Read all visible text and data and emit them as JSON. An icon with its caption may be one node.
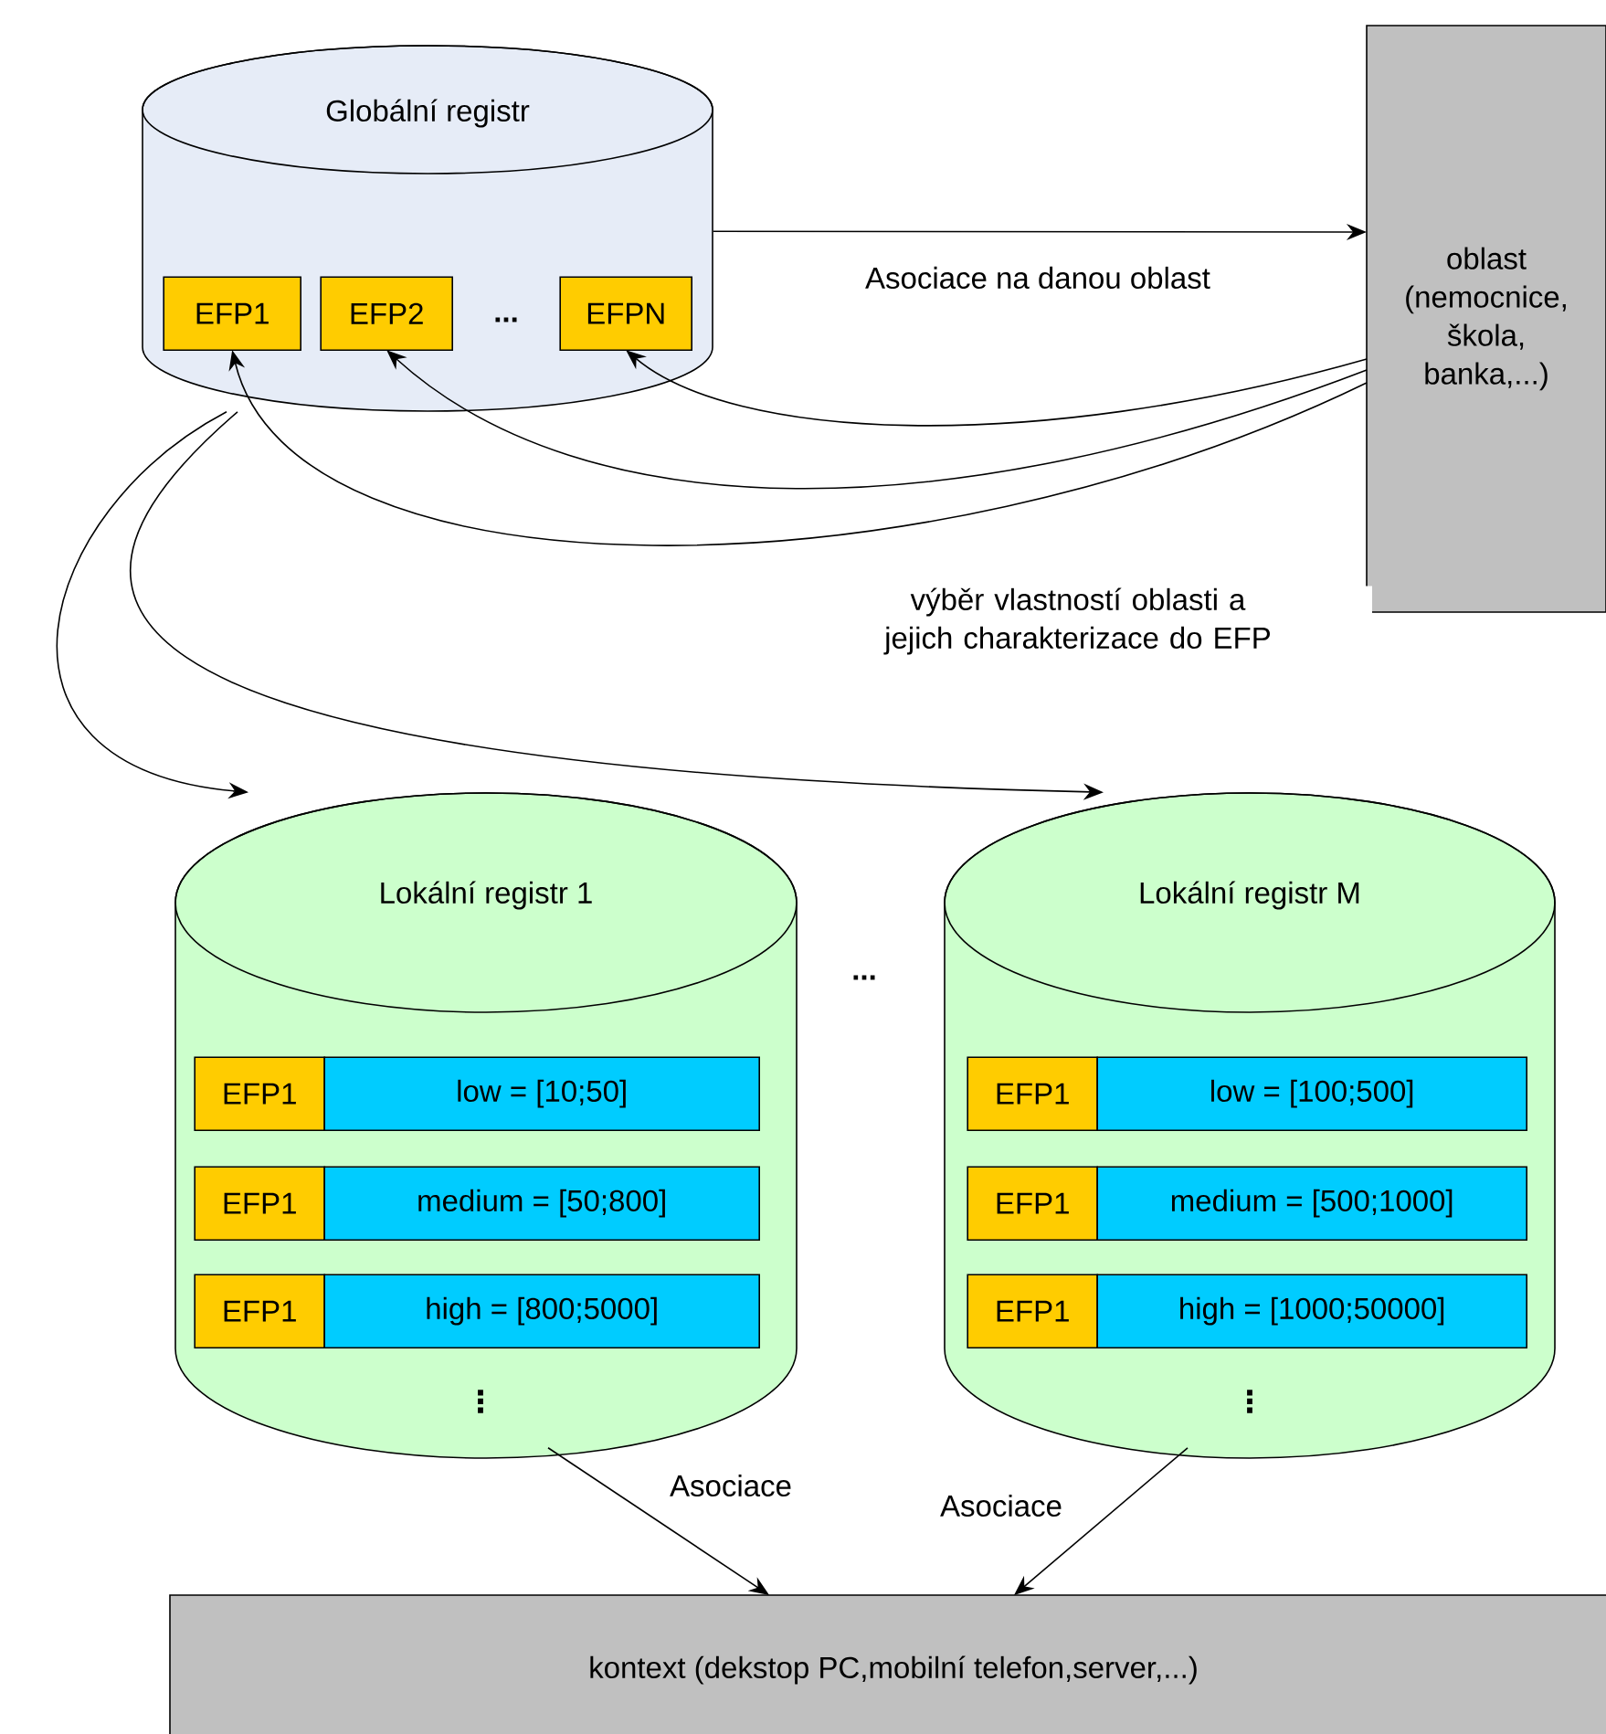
{
  "diagram": {
    "nodes": [
      {
        "text": [
          "Globální registr"
        ]
      },
      {
        "text": [
          "EFP1"
        ],
        "in": 0
      },
      {
        "text": [
          "EFP2"
        ],
        "in": 0
      },
      {
        "text": [
          "EFPN"
        ],
        "in": 0
      },
      {
        "text": [
          "oblast (nemocnice, škola, banka,...)"
        ]
      },
      {
        "text": [
          "Lokální registr 1"
        ]
      },
      {
        "text": [
          "EFP1"
        ],
        "in": 5
      },
      {
        "text": [
          "low = [10;50]"
        ],
        "in": 5
      },
      {
        "text": [
          "EFP1"
        ],
        "in": 5
      },
      {
        "text": [
          "medium = [50;800]"
        ],
        "in": 5
      },
      {
        "text": [
          "EFP1"
        ],
        "in": 5
      },
      {
        "text": [
          "high = [800;5000]"
        ],
        "in": 5
      },
      {
        "text": [
          "Lokální registr M"
        ]
      },
      {
        "text": [
          "EFP1"
        ],
        "in": 12
      },
      {
        "text": [
          "low = [100;500]"
        ],
        "in": 12
      },
      {
        "text": [
          "EFP1"
        ],
        "in": 12
      },
      {
        "text": [
          "medium = [500;1000]"
        ],
        "in": 12
      },
      {
        "text": [
          "EFP1"
        ],
        "in": 12
      },
      {
        "text": [
          "high = [1000;50000]"
        ],
        "in": 12
      },
      {
        "text": [
          "kontext (dekstop PC,mobilní telefon,server,...)"
        ]
      }
    ],
    "edges": [
      {
        "from": 0,
        "to": 4,
        "arrow": "to",
        "label": "Asociace na danou oblast"
      },
      {
        "from": 4,
        "to": 3,
        "arrow": "to"
      },
      {
        "from": 4,
        "to": 2,
        "arrow": "to"
      },
      {
        "from": 4,
        "to": 1,
        "arrow": "to",
        "label": "výběr vlastností oblasti a jejich charakterizace do  EFP"
      },
      {
        "from": 0,
        "to": 5,
        "arrow": "to"
      },
      {
        "from": 0,
        "to": 12,
        "arrow": "to"
      },
      {
        "from": 5,
        "to": 19,
        "arrow": "to",
        "label": "Asociace"
      },
      {
        "from": 12,
        "to": 19,
        "arrow": "to",
        "label": "Asociace"
      }
    ],
    "labels": [
      "...",
      "...",
      "⋮",
      "⋮"
    ]
  }
}
